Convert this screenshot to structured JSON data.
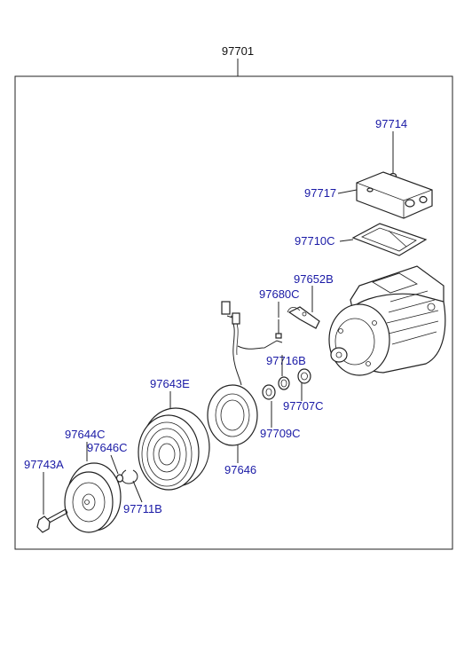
{
  "assembly": {
    "part_no": "97701"
  },
  "parts": {
    "p97714": "97714",
    "p97717": "97717",
    "p97710C": "97710C",
    "p97652B": "97652B",
    "p97680C": "97680C",
    "p97716B": "97716B",
    "p97707C": "97707C",
    "p97643E": "97643E",
    "p97709C": "97709C",
    "p97644C": "97644C",
    "p97646C": "97646C",
    "p97743A": "97743A",
    "p97646": "97646",
    "p97711B": "97711B"
  },
  "colors": {
    "label": "#1a1aa6",
    "line": "#222222",
    "frame": "#222222"
  }
}
